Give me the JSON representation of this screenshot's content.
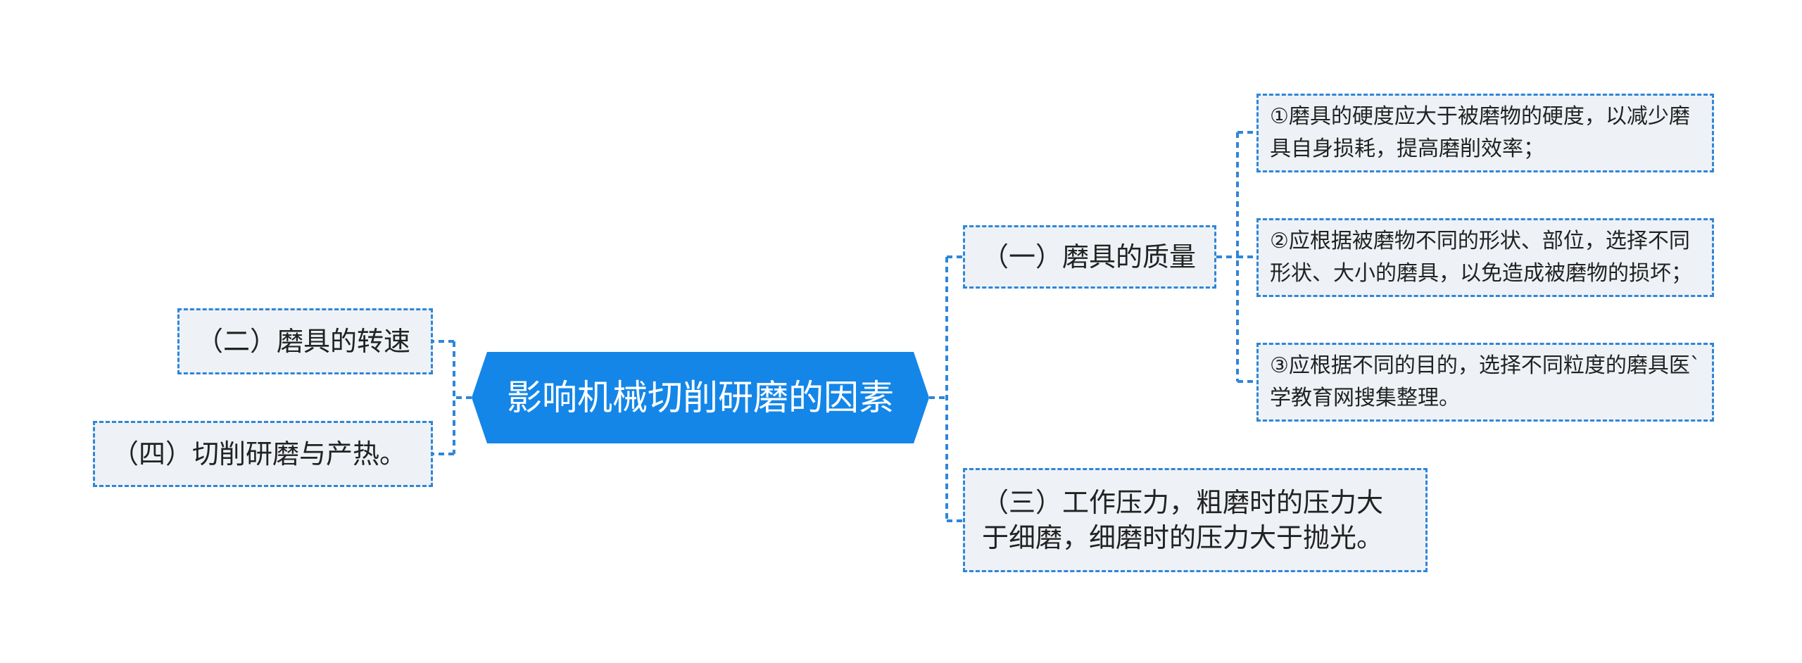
{
  "mindmap": {
    "root": {
      "text": "影响机械切削研磨的因素"
    },
    "branches": {
      "b1": {
        "text": "（一）磨具的质量"
      },
      "b2": {
        "text": "（二）磨具的转速"
      },
      "b3": {
        "text": "（三）工作压力，粗磨时的压力大于细磨，细磨时的压力大于抛光。"
      },
      "b4": {
        "text": "（四）切削研磨与产热。"
      }
    },
    "leaves": {
      "l1": {
        "text": "①磨具的硬度应大于被磨物的硬度，以减少磨具自身损耗，提高磨削效率；"
      },
      "l2": {
        "text": "②应根据被磨物不同的形状、部位，选择不同形状、大小的磨具，以免造成被磨物的损坏；"
      },
      "l3": {
        "text": "③应根据不同的目的，选择不同粒度的磨具医`学教育网搜集整理。"
      }
    },
    "colors": {
      "root_fill": "#1486e8",
      "connector": "#2f86d8",
      "node_fill": "#eef2f6",
      "node_border": "#2f86d8"
    }
  }
}
